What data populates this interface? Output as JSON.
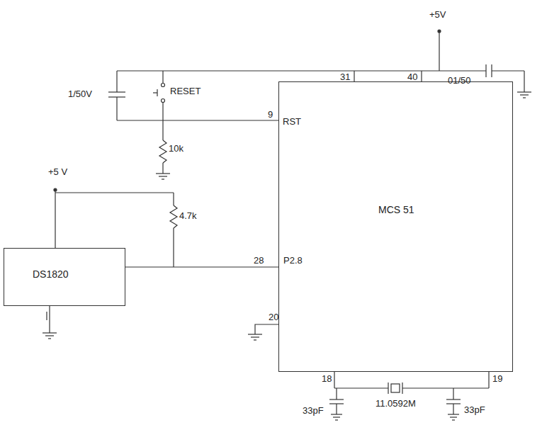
{
  "diagram": {
    "nodes": [
      {
        "text": [
          "DS1820"
        ]
      },
      {
        "text": [
          "MCS 51"
        ]
      }
    ],
    "edges": [
      {
        "from": 0,
        "to": 1,
        "arrow": "none"
      }
    ],
    "labels": [
      "+5V",
      "1/50V",
      "RESET",
      "31",
      "40",
      "01/50",
      "9",
      "RST",
      "10k",
      "+5 V",
      "4.7k",
      "28",
      "P2.8",
      "20",
      "18",
      "19",
      "11.0592M",
      "33pF",
      "33pF"
    ]
  }
}
